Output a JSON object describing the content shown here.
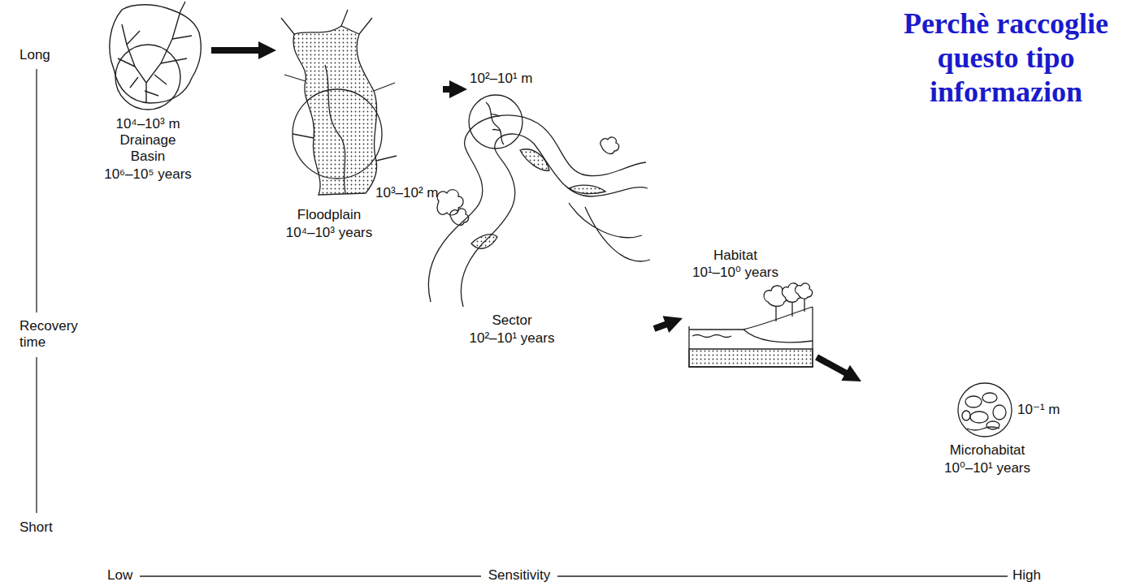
{
  "diagram": {
    "title": "Perchè raccoglie questo tipo informazion",
    "nodes": [
      {
        "text": [
          "10⁴–10³ m",
          "Drainage Basin",
          "10⁶–10⁵ years"
        ]
      },
      {
        "text": [
          "10³–10² m",
          "Floodplain",
          "10⁴–10³ years"
        ]
      },
      {
        "text": [
          "10²–10¹ m",
          "Sector",
          "10²–10¹ years"
        ]
      },
      {
        "text": [
          "Habitat",
          "10¹–10⁰ years"
        ]
      },
      {
        "text": [
          "10⁻¹ m",
          "Microhabitat",
          "10⁰–10¹ years"
        ]
      }
    ],
    "edges": [
      {
        "from": 0,
        "to": 1,
        "arrow": "to"
      },
      {
        "from": 1,
        "to": 2,
        "arrow": "to"
      },
      {
        "from": 2,
        "to": 3,
        "arrow": "to"
      },
      {
        "from": 3,
        "to": 4,
        "arrow": "to"
      }
    ],
    "labels": [
      "Long",
      "Recovery time",
      "Short",
      "Low",
      "Sensitivity",
      "High"
    ]
  }
}
